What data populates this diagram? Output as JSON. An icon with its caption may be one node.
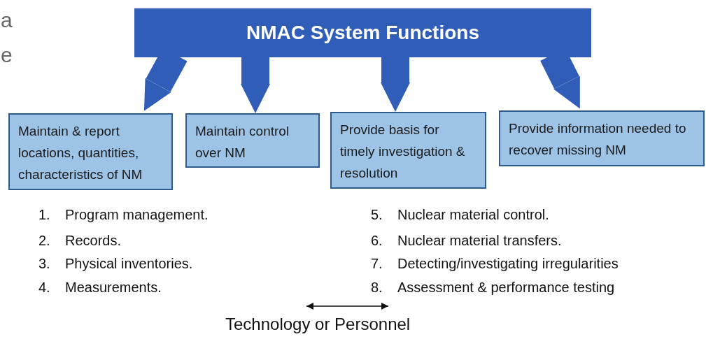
{
  "diagram": {
    "nodes": [
      {
        "text": [
          "NMAC System Functions"
        ]
      },
      {
        "text": [
          "Maintain & report locations, quantities, characteristics of NM"
        ]
      },
      {
        "text": [
          "Maintain control over NM"
        ]
      },
      {
        "text": [
          "Provide basis for timely investigation & resolution"
        ]
      },
      {
        "text": [
          "Provide information needed to recover missing NM"
        ]
      }
    ],
    "edges": [
      {
        "from": 0,
        "to": 1,
        "arrow": "to"
      },
      {
        "from": 0,
        "to": 2,
        "arrow": "to"
      },
      {
        "from": 0,
        "to": 3,
        "arrow": "to"
      },
      {
        "from": 0,
        "to": 4,
        "arrow": "to"
      }
    ],
    "labels": [
      "a",
      "e",
      "1.",
      "Program management.",
      "2.",
      "Records.",
      "3.",
      "Physical inventories.",
      "4.",
      "Measurements.",
      "5.",
      "Nuclear material control.",
      "6.",
      "Nuclear material transfers.",
      "7.",
      "Detecting/investigating irregularities",
      "8.",
      "Assessment & performance testing",
      "Technology or Personnel"
    ]
  }
}
